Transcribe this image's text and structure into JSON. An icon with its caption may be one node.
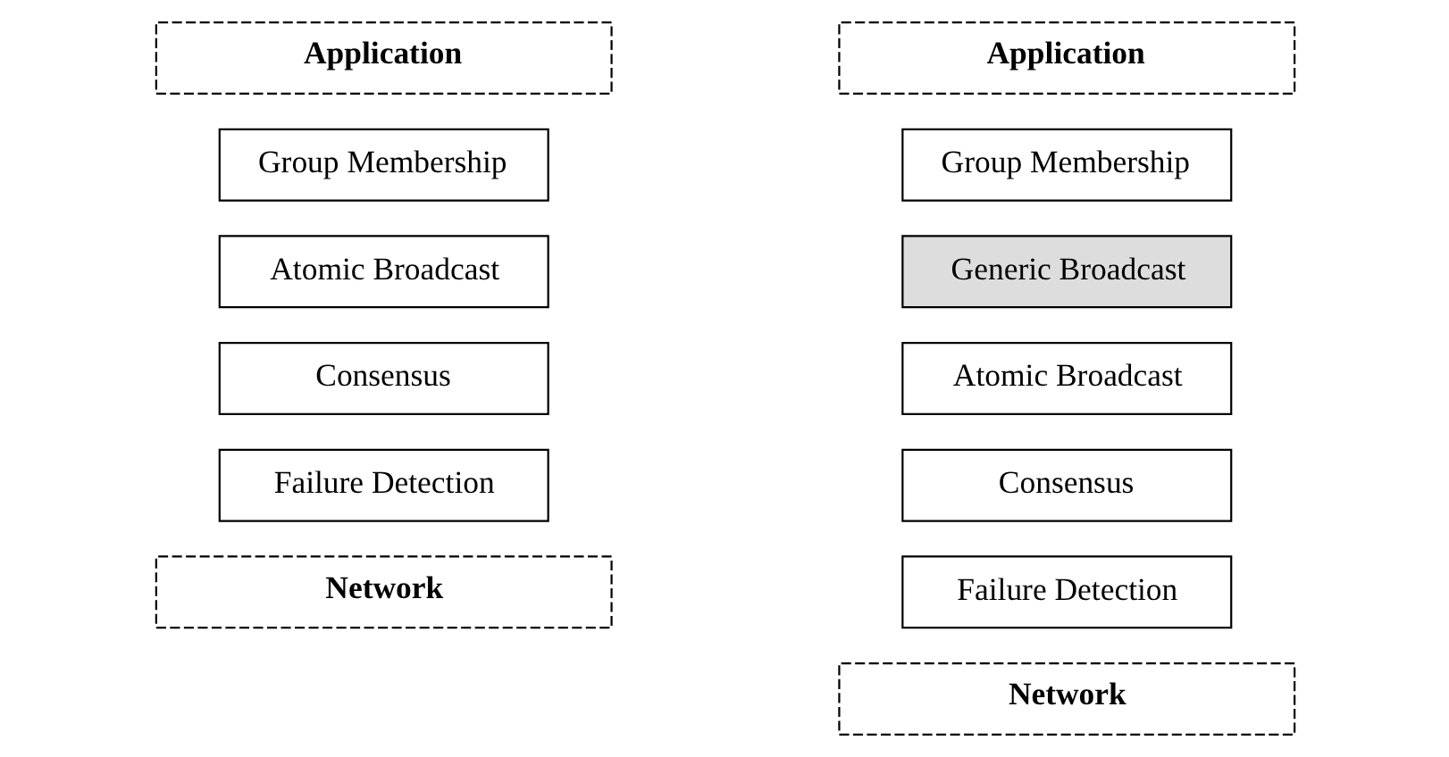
{
  "diagram": {
    "nodes": [
      {
        "text": [
          "Application"
        ]
      },
      {
        "text": [
          "Group Membership"
        ]
      },
      {
        "text": [
          "Atomic Broadcast"
        ]
      },
      {
        "text": [
          "Consensus"
        ]
      },
      {
        "text": [
          "Failure Detection"
        ]
      },
      {
        "text": [
          "Network"
        ]
      },
      {
        "text": [
          "Application"
        ]
      },
      {
        "text": [
          "Group Membership"
        ]
      },
      {
        "text": [
          "Generic Broadcast"
        ]
      },
      {
        "text": [
          "Atomic Broadcast"
        ]
      },
      {
        "text": [
          "Consensus"
        ]
      },
      {
        "text": [
          "Failure Detection"
        ]
      },
      {
        "text": [
          "Network"
        ]
      }
    ],
    "edges": []
  }
}
